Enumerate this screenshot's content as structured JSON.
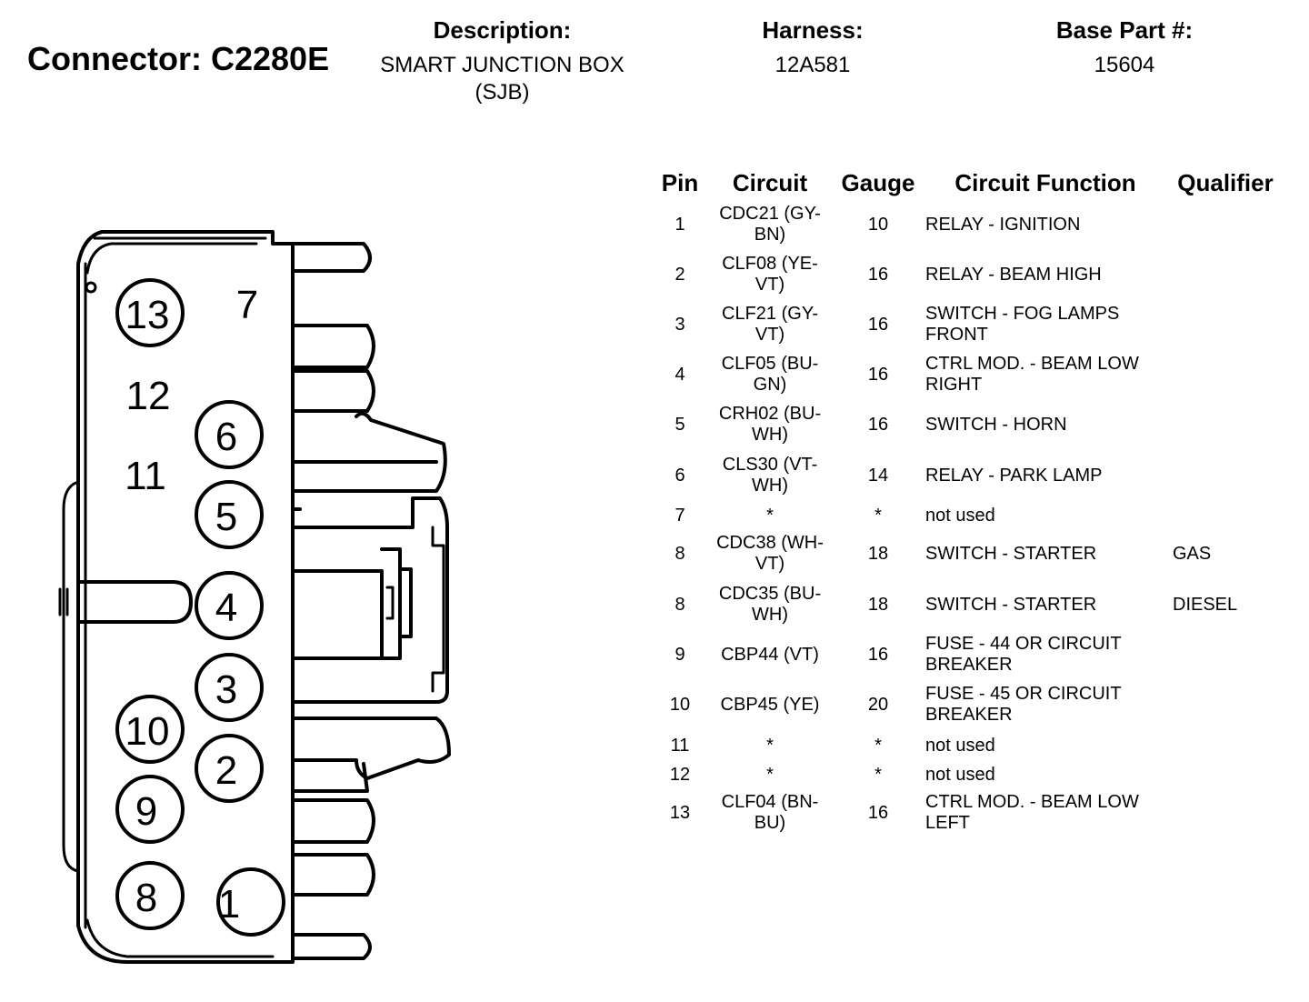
{
  "header": {
    "connector_title": "Connector: C2280E",
    "description_label": "Description:",
    "description_line1": "SMART JUNCTION BOX",
    "description_line2": "(SJB)",
    "harness_label": "Harness:",
    "harness_value": "12A581",
    "base_part_label": "Base Part #:",
    "base_part_value": "15604"
  },
  "table": {
    "columns": [
      "Pin",
      "Circuit",
      "Gauge",
      "Circuit Function",
      "Qualifier"
    ],
    "rows": [
      {
        "pin": "1",
        "circuit_l1": "CDC21 (GY-",
        "circuit_l2": "BN)",
        "gauge": "10",
        "func_l1": "RELAY - IGNITION",
        "func_l2": "",
        "qualifier": ""
      },
      {
        "pin": "2",
        "circuit_l1": "CLF08 (YE-",
        "circuit_l2": "VT)",
        "gauge": "16",
        "func_l1": "RELAY - BEAM HIGH",
        "func_l2": "",
        "qualifier": ""
      },
      {
        "pin": "3",
        "circuit_l1": "CLF21 (GY-",
        "circuit_l2": "VT)",
        "gauge": "16",
        "func_l1": "SWITCH - FOG LAMPS",
        "func_l2": "FRONT",
        "qualifier": ""
      },
      {
        "pin": "4",
        "circuit_l1": "CLF05 (BU-",
        "circuit_l2": "GN)",
        "gauge": "16",
        "func_l1": "CTRL MOD. - BEAM LOW",
        "func_l2": "RIGHT",
        "qualifier": ""
      },
      {
        "pin": "5",
        "circuit_l1": "CRH02 (BU-",
        "circuit_l2": "WH)",
        "gauge": "16",
        "func_l1": "SWITCH - HORN",
        "func_l2": "",
        "qualifier": ""
      },
      {
        "pin": "6",
        "circuit_l1": "CLS30 (VT-",
        "circuit_l2": "WH)",
        "gauge": "14",
        "func_l1": "RELAY - PARK LAMP",
        "func_l2": "",
        "qualifier": ""
      },
      {
        "pin": "7",
        "circuit_l1": "*",
        "circuit_l2": "",
        "gauge": "*",
        "func_l1": "not used",
        "func_l2": "",
        "qualifier": ""
      },
      {
        "pin": "8",
        "circuit_l1": "CDC38 (WH-",
        "circuit_l2": "VT)",
        "gauge": "18",
        "func_l1": "SWITCH - STARTER",
        "func_l2": "",
        "qualifier": "GAS"
      },
      {
        "pin": "8",
        "circuit_l1": "CDC35 (BU-",
        "circuit_l2": "WH)",
        "gauge": "18",
        "func_l1": "SWITCH - STARTER",
        "func_l2": "",
        "qualifier": "DIESEL"
      },
      {
        "pin": "9",
        "circuit_l1": "CBP44 (VT)",
        "circuit_l2": "",
        "gauge": "16",
        "func_l1": "FUSE - 44 OR CIRCUIT",
        "func_l2": "BREAKER",
        "qualifier": ""
      },
      {
        "pin": "10",
        "circuit_l1": "CBP45 (YE)",
        "circuit_l2": "",
        "gauge": "20",
        "func_l1": "FUSE - 45 OR CIRCUIT",
        "func_l2": "BREAKER",
        "qualifier": ""
      },
      {
        "pin": "11",
        "circuit_l1": "*",
        "circuit_l2": "",
        "gauge": "*",
        "func_l1": "not used",
        "func_l2": "",
        "qualifier": ""
      },
      {
        "pin": "12",
        "circuit_l1": "*",
        "circuit_l2": "",
        "gauge": "*",
        "func_l1": "not used",
        "func_l2": "",
        "qualifier": ""
      },
      {
        "pin": "13",
        "circuit_l1": "CLF04 (BN-",
        "circuit_l2": "BU)",
        "gauge": "16",
        "func_l1": "CTRL MOD. - BEAM LOW",
        "func_l2": "LEFT",
        "qualifier": ""
      }
    ]
  },
  "diagram": {
    "pin_labels": [
      "1",
      "2",
      "3",
      "4",
      "5",
      "6",
      "7",
      "8",
      "9",
      "10",
      "11",
      "12",
      "13"
    ]
  }
}
